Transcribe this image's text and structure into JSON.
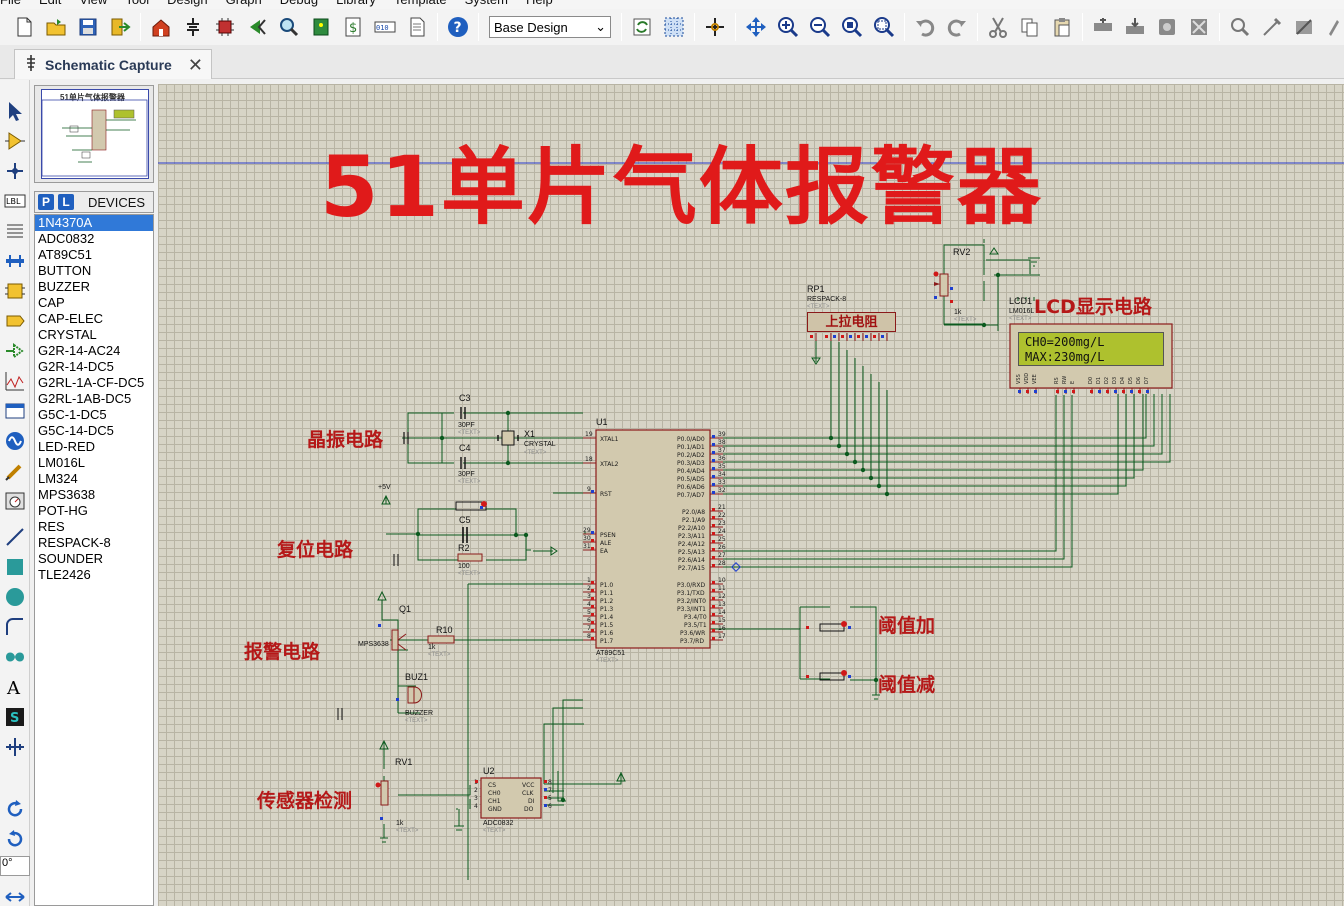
{
  "menu": [
    "File",
    "Edit",
    "View",
    "Tool",
    "Design",
    "Graph",
    "Debug",
    "Library",
    "Template",
    "System",
    "Help"
  ],
  "toolbar": {
    "design_select": "Base Design",
    "icons": [
      "new-file-icon",
      "open-folder-icon",
      "save-icon",
      "import-icon",
      "home-icon",
      "component-icon",
      "chip-icon",
      "back-icon",
      "magnifier-icon",
      "pcb-icon",
      "dollar-icon",
      "binary-icon",
      "document-icon",
      "help-icon",
      "refresh-icon",
      "grid-icon",
      "origin-icon",
      "pan-icon",
      "zoom-in-icon",
      "zoom-out-icon",
      "zoom-fit-icon",
      "zoom-area-icon",
      "undo-icon",
      "redo-icon",
      "cut-icon",
      "copy-icon",
      "paste-icon",
      "block-copy-icon",
      "block-move-icon",
      "block-rotate-icon",
      "block-delete-icon",
      "pick-icon",
      "make-device-icon",
      "tools-icon"
    ]
  },
  "tab": {
    "label": "Schematic Capture",
    "close": "✕"
  },
  "overview": {
    "title": "51单片气体报警器"
  },
  "devices": {
    "p_label": "P",
    "l_label": "L",
    "title": "DEVICES",
    "items": [
      "1N4370A",
      "ADC0832",
      "AT89C51",
      "BUTTON",
      "BUZZER",
      "CAP",
      "CAP-ELEC",
      "CRYSTAL",
      "G2R-14-AC24",
      "G2R-14-DC5",
      "G2RL-1A-CF-DC5",
      "G2RL-1AB-DC5",
      "G5C-1-DC5",
      "G5C-14-DC5",
      "LED-RED",
      "LM016L",
      "LM324",
      "MPS3638",
      "POT-HG",
      "RES",
      "RESPACK-8",
      "SOUNDER",
      "TLE2426"
    ],
    "selected_index": 0
  },
  "angle": "0°",
  "schematic": {
    "title": "51单片气体报警器",
    "labels": {
      "crystal": "晶振电路",
      "reset": "复位电路",
      "alarm": "报警电路",
      "sensor": "传感器检测",
      "lcd": "LCD显示电路",
      "th_up": "阈值加",
      "th_down": "阈值减",
      "pullup": "上拉电阻"
    },
    "lcd": {
      "ref": "LCD1",
      "part": "LM016L",
      "line1": "CH0=200mg/L",
      "line2": "MAX:230mg/L"
    },
    "u1": {
      "ref": "U1",
      "part": "AT89C51"
    },
    "u2": {
      "ref": "U2",
      "part": "ADC0832"
    },
    "rp1": {
      "ref": "RP1",
      "part": "RESPACK-8"
    },
    "rv1": {
      "ref": "RV1",
      "value": "1k"
    },
    "rv2": {
      "ref": "RV2",
      "value": "1k"
    },
    "r10": {
      "ref": "R10",
      "value": "1k"
    },
    "r2": {
      "ref": "R2",
      "value": "100"
    },
    "c3": {
      "ref": "C3",
      "value": "30PF"
    },
    "c4": {
      "ref": "C4",
      "value": "30PF"
    },
    "c5": {
      "ref": "C5"
    },
    "x1": {
      "ref": "X1",
      "part": "CRYSTAL"
    },
    "q1": {
      "ref": "Q1",
      "part": "MPS3638"
    },
    "buz1": {
      "ref": "BUZ1",
      "part": "BUZZER"
    },
    "text_placeholder": "<TEXT>",
    "power": "+5V"
  },
  "colors": {
    "title_red": "#e01a1a",
    "label_red": "#b51818",
    "wire": "#0b5a1e",
    "chip_fill": "#d2c9ae",
    "chip_border": "#8b1a1a",
    "lcd_green": "#aec12e",
    "canvas": "#d7d4c6"
  }
}
